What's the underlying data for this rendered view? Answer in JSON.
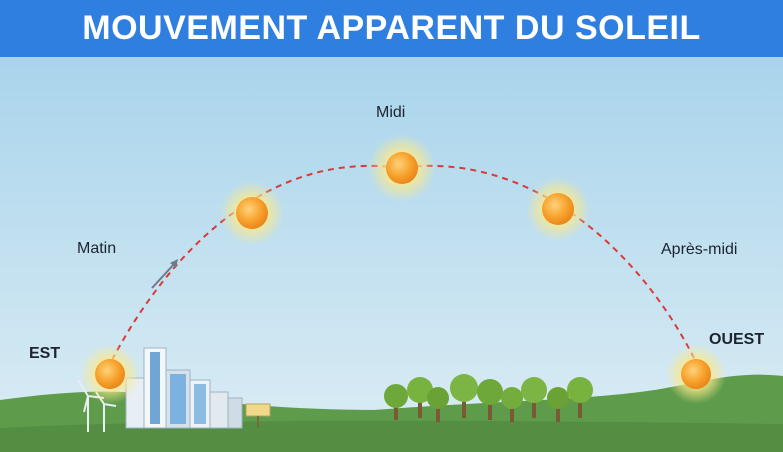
{
  "title": "MOUVEMENT APPARENT DU SOLEIL",
  "labels": {
    "midi": "Midi",
    "matin": "Matin",
    "apres_midi": "Après-midi",
    "est": "EST",
    "ouest": "OUEST"
  },
  "colors": {
    "title_bar": "#2f7fe0",
    "sky_top": "#a9d4ec",
    "sky_bottom": "#dcedf4",
    "hill": "#5e9c4c",
    "sun": "#f39a22",
    "path": "#d83a3a"
  },
  "icons": [
    "sun-icon",
    "city-buildings-icon",
    "wind-turbine-icon",
    "tree-icon",
    "arrow-icon"
  ]
}
